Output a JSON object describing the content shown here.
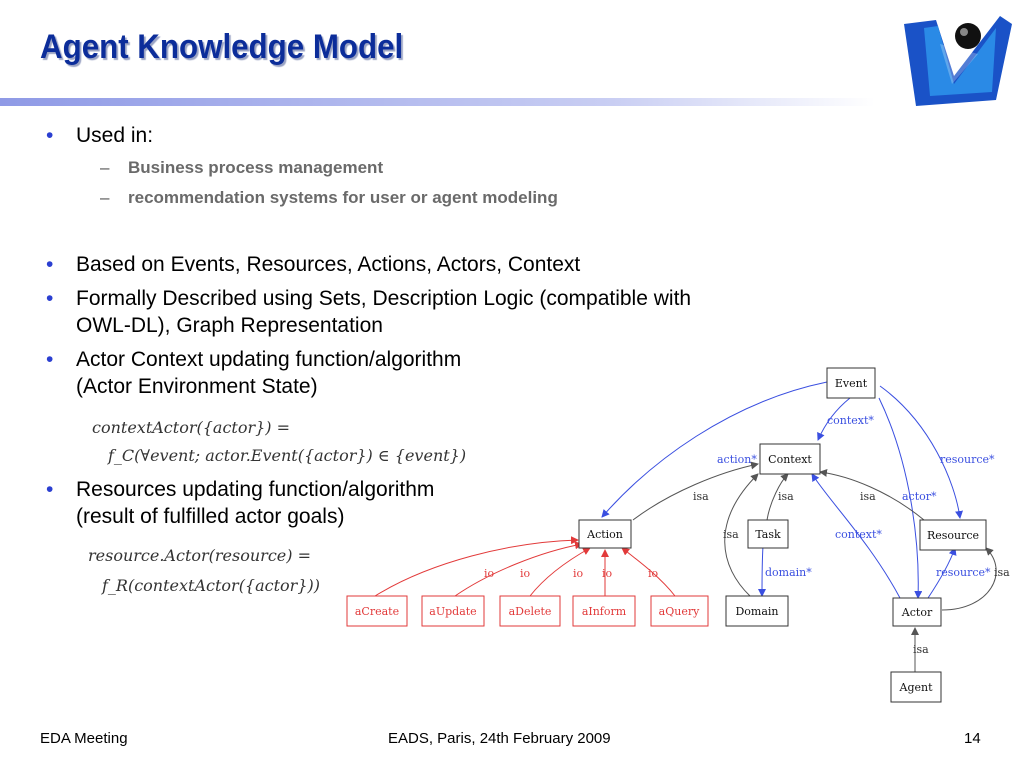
{
  "slide": {
    "title": "Agent Knowledge Model",
    "bullets": [
      {
        "text": "Used in:",
        "sub": [
          "Business process management",
          "recommendation systems for user or agent modeling"
        ]
      },
      {
        "text": "Based on Events, Resources, Actions, Actors, Context"
      },
      {
        "lines": [
          "Formally Described using Sets, Description Logic (compatible with",
          "OWL-DL), Graph Representation"
        ]
      },
      {
        "lines": [
          "Actor Context updating function/algorithm",
          "(Actor Environment State)"
        ]
      },
      {
        "lines": [
          "Resources updating function/algorithm",
          "(result of fulfilled actor goals)"
        ]
      }
    ],
    "formulas": {
      "context": [
        "contextActor({actor}) =",
        "f_C(∀event; actor.Event({actor}) ∈ {event})"
      ],
      "resource": [
        "resource.Actor(resource) =",
        "f_R(contextActor({actor}))"
      ]
    }
  },
  "diagram": {
    "nodes": {
      "event": "Event",
      "context": "Context",
      "action": "Action",
      "task": "Task",
      "resource": "Resource",
      "domain": "Domain",
      "actor": "Actor",
      "agent": "Agent",
      "acreate": "aCreate",
      "aupdate": "aUpdate",
      "adelete": "aDelete",
      "ainform": "aInform",
      "aquery": "aQuery"
    },
    "labels": {
      "context_star": "context*",
      "action_star": "action*",
      "resource_star_top": "resource*",
      "isa_action": "isa",
      "isa_task": "isa",
      "isa_resource": "isa",
      "actor_star": "actor*",
      "isa_domain": "isa",
      "context_star_actor": "context*",
      "domain_star": "domain*",
      "resource_star_actor": "resource*",
      "isa_actor_loop": "isa",
      "isa_agent": "isa",
      "io1": "io",
      "io2": "io",
      "io3": "io",
      "io4": "io",
      "io5": "io"
    }
  },
  "footer": {
    "left": "EDA Meeting",
    "center": "EADS, Paris, 24th February 2009",
    "right": "14"
  }
}
